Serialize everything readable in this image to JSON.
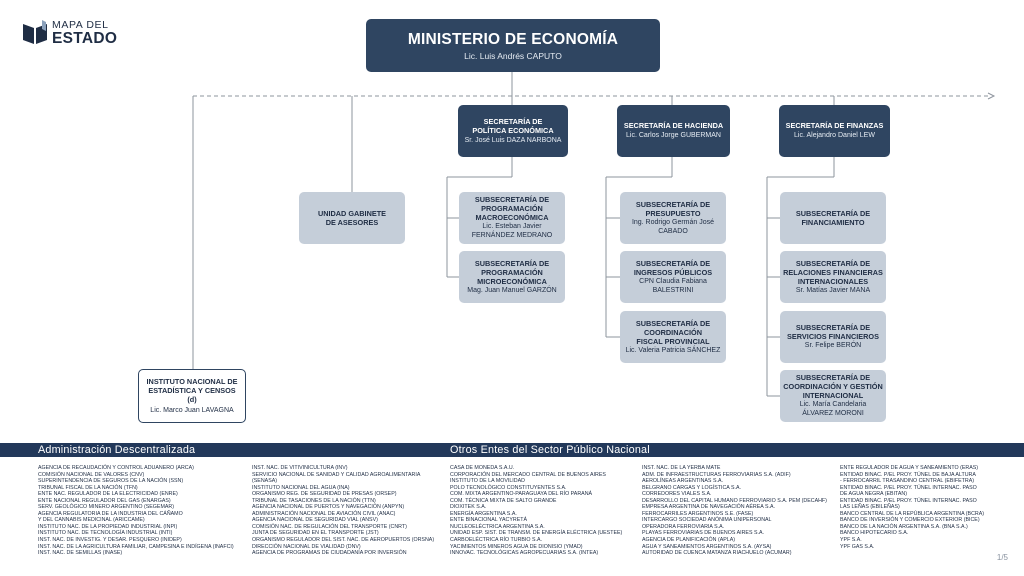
{
  "logo": {
    "line1": "MAPA DEL",
    "line2": "ESTADO"
  },
  "ministry": {
    "title": "MINISTERIO DE ECONOMÍA",
    "head": "Lic. Luis Andrés CAPUTO"
  },
  "advisory_unit": {
    "title": "UNIDAD GABINETE\nDE ASESORES"
  },
  "indec": {
    "title": "INSTITUTO NACIONAL DE\nESTADÍSTICA Y CENSOS\n(d)",
    "head": "Lic. Marco Juan LAVAGNA"
  },
  "secretariats": [
    {
      "title": "SECRETARÍA DE\nPOLÍTICA ECONÓMICA",
      "head": "Sr. José Luis DAZA NARBONA"
    },
    {
      "title": "SECRETARÍA DE HACIENDA",
      "head": "Lic. Carlos Jorge GUBERMAN"
    },
    {
      "title": "SECRETARÍA DE FINANZAS",
      "head": "Lic. Alejandro Daniel LEW"
    }
  ],
  "subsecretariats": {
    "politica": [
      {
        "title": "SUBSECRETARÍA DE\nPROGRAMACIÓN\nMACROECONÓMICA",
        "head": "Lic. Esteban Javier\nFERNÁNDEZ MEDRANO"
      },
      {
        "title": "SUBSECRETARÍA DE\nPROGRAMACIÓN\nMICROECONÓMICA",
        "head": "Mag. Juan Manuel GARZÓN"
      }
    ],
    "hacienda": [
      {
        "title": "SUBSECRETARÍA DE\nPRESUPUESTO",
        "head": "Ing. Rodrigo Germán José\nCABADO"
      },
      {
        "title": "SUBSECRETARÍA DE\nINGRESOS PÚBLICOS",
        "head": "CPN Claudia Fabiana\nBALESTRINI"
      },
      {
        "title": "SUBSECRETARÍA DE\nCOORDINACIÓN\nFISCAL PROVINCIAL",
        "head": "Lic. Valeria Patricia SÁNCHEZ"
      }
    ],
    "finanzas": [
      {
        "title": "SUBSECRETARÍA DE\nFINANCIAMIENTO",
        "head": ""
      },
      {
        "title": "SUBSECRETARÍA DE\nRELACIONES FINANCIERAS\nINTERNACIONALES",
        "head": "Sr. Matías Javier MANA"
      },
      {
        "title": "SUBSECRETARÍA DE\nSERVICIOS FINANCIEROS",
        "head": "Sr. Felipe BERÓN"
      },
      {
        "title": "SUBSECRETARÍA DE\nCOORDINACIÓN Y GESTIÓN\nINTERNACIONAL",
        "head": "Lic. María Candelaria\nÁLVAREZ MORONI"
      }
    ]
  },
  "bands": {
    "left": "Administración Descentralizada",
    "right": "Otros Entes del Sector Público Nacional"
  },
  "lists": {
    "col1": [
      "AGENCIA DE RECAUDACIÓN Y CONTROL ADUANERO (ARCA)",
      "COMISIÓN NACIONAL DE VALORES (CNV)",
      "SUPERINTENDENCIA DE SEGUROS DE LA NACIÓN (SSN)",
      "TRIBUNAL FISCAL DE LA NACIÓN (TFN)",
      "ENTE NAC. REGULADOR DE LA ELECTRICIDAD (ENRE)",
      "ENTE NACIONAL REGULADOR DEL GAS (ENARGAS)",
      "SERV. GEOLÓGICO MINERO ARGENTINO (SEGEMAR)",
      "AGENCIA REGULATORIA DE LA INDUSTRIA DEL CÁÑAMO",
      "Y DEL CANNABIS MEDICINAL (ARICCAME)",
      "INSTITUTO NAC. DE LA PROPIEDAD INDUSTRIAL (INPI)",
      "INSTITUTO NAC. DE TECNOLOGÍA INDUSTRIAL (INTI)",
      "INST. NAC. DE INVESTIG. Y DESAR. PESQUERO (INIDEP)",
      "INST. NAC. DE LA AGRICULTURA FAMILIAR, CAMPESINA E INDÍGENA (INAFCI)",
      "INST. NAC. DE SEMILLAS (INASE)"
    ],
    "col2": [
      "INST. NAC. DE VITIVINICULTURA (INV)",
      "SERVICIO NACIONAL DE SANIDAD Y CALIDAD AGROALIMENTARIA",
      "(SENASA)",
      "INSTITUTO NACIONAL DEL AGUA (INA)",
      "ORGANISMO REG. DE SEGURIDAD DE PRESAS (ORSEP)",
      "TRIBUNAL DE TASACIONES DE LA NACIÓN (TTN)",
      "AGENCIA NACIONAL DE PUERTOS Y NAVEGACIÓN (ANPYN)",
      "ADMINISTRACIÓN NACIONAL DE AVIACIÓN CIVIL (ANAC)",
      "AGENCIA NACIONAL DE SEGURIDAD VIAL (ANSV)",
      "COMISIÓN NAC. DE REGULACIÓN DEL TRANSPORTE (CNRT)",
      "JUNTA DE SEGURIDAD EN EL TRANSPORTE (JST)",
      "ORGANISMO REGULADOR DEL SIST. NAC. DE AEROPUERTOS (ORSNA)",
      "DIRECCIÓN NACIONAL DE VIALIDAD (DNV)",
      "AGENCIA DE PROGRAMAS DE CIUDADANÍA POR INVERSIÓN"
    ],
    "col3": [
      "CASA DE MONEDA S.A.U.",
      "CORPORACIÓN DEL MERCADO CENTRAL DE BUENOS AIRES",
      "INSTITUTO DE LA MOVILIDAD",
      "POLO TECNOLÓGICO CONSTITUYENTES S.A.",
      "COM. MIXTA ARGENTINO-PARAGUAYA DEL RÍO PARANÁ",
      "COM. TÉCNICA MIXTA DE SALTO GRANDE",
      "DIOXITEK S.A.",
      "ENERGÍA ARGENTINA S.A.",
      "ENTE BINACIONAL YACYRETÁ",
      "NUCLEOELÉCTRICA ARGENTINA S.A.",
      "UNIDAD ESP. SIST. DE TRANSM. DE ENERGÍA ELÉCTRICA (UESTEE)",
      "CARBOELÉCTRICA RÍO TURBIO S.A.",
      "YACIMIENTOS MINEROS AGUA DE DIONISIO (YMAD)",
      "INNOVAC. TECNOLÓGICAS AGROPECUARIAS S.A. (INTEA)"
    ],
    "col4": [
      "INST. NAC. DE LA YERBA MATE",
      "ADM. DE INFRAESTRUCTURAS FERROVIARIAS S.A. (ADIF)",
      "AEROLÍNEAS ARGENTINAS S.A.",
      "BELGRANO CARGAS Y LOGÍSTICA S.A.",
      "CORREDORES VIALES S.A.",
      "DESARROLLO DEL CAPITAL HUMANO FERROVIARIO S.A. PEM (DECAHF)",
      "EMPRESA ARGENTINA DE NAVEGACIÓN AÉREA S.A.",
      "FERROCARRILES ARGENTINOS S.E. (FASE)",
      "INTERCARGO SOCIEDAD ANÓNIMA UNIPERSONAL",
      "OPERADORA FERROVIARIA S.A.",
      "PLAYAS FERROVIARIAS DE BUENOS AIRES S.A.",
      "AGENCIA DE PLANIFICACIÓN (APLA)",
      "AGUA Y SANEAMIENTOS ARGENTINOS S.A. (AYSA)",
      "AUTORIDAD DE CUENCA MATANZA RIACHUELO (ACUMAR)"
    ],
    "col5": [
      "ENTE REGULADOR DE AGUA Y SANEAMIENTO (ERAS)",
      "ENTIDAD BINAC. P/EL PROY. TÚNEL DE BAJA ALTURA",
      "- FERROCARRIL TRASANDINO CENTRAL (EBIFETRA)",
      "ENTIDAD BINAC. P/EL PROY. TÚNEL INTERNAC. PASO",
      "DE AGUA NEGRA (EBITAN)",
      "ENTIDAD BINAC. P/EL PROY. TÚNEL INTERNAC. PASO",
      "LAS LEÑAS (EBILEÑAS)",
      "BANCO CENTRAL DE LA REPÚBLICA ARGENTINA (BCRA)",
      "BANCO DE INVERSIÓN Y COMERCIO EXTERIOR (BICE)",
      "BANCO DE LA NACIÓN ARGENTINA S.A. (BNA S.A.)",
      "BANCO HIPOTECARIO S.A.",
      "YPF S.A.",
      "YPF GAS S.A."
    ]
  },
  "page_number": "1/5",
  "colors": {
    "dark_box": "#2f4561",
    "light_box": "#c5ced9",
    "band": "#22385a",
    "line": "#8e959e"
  }
}
